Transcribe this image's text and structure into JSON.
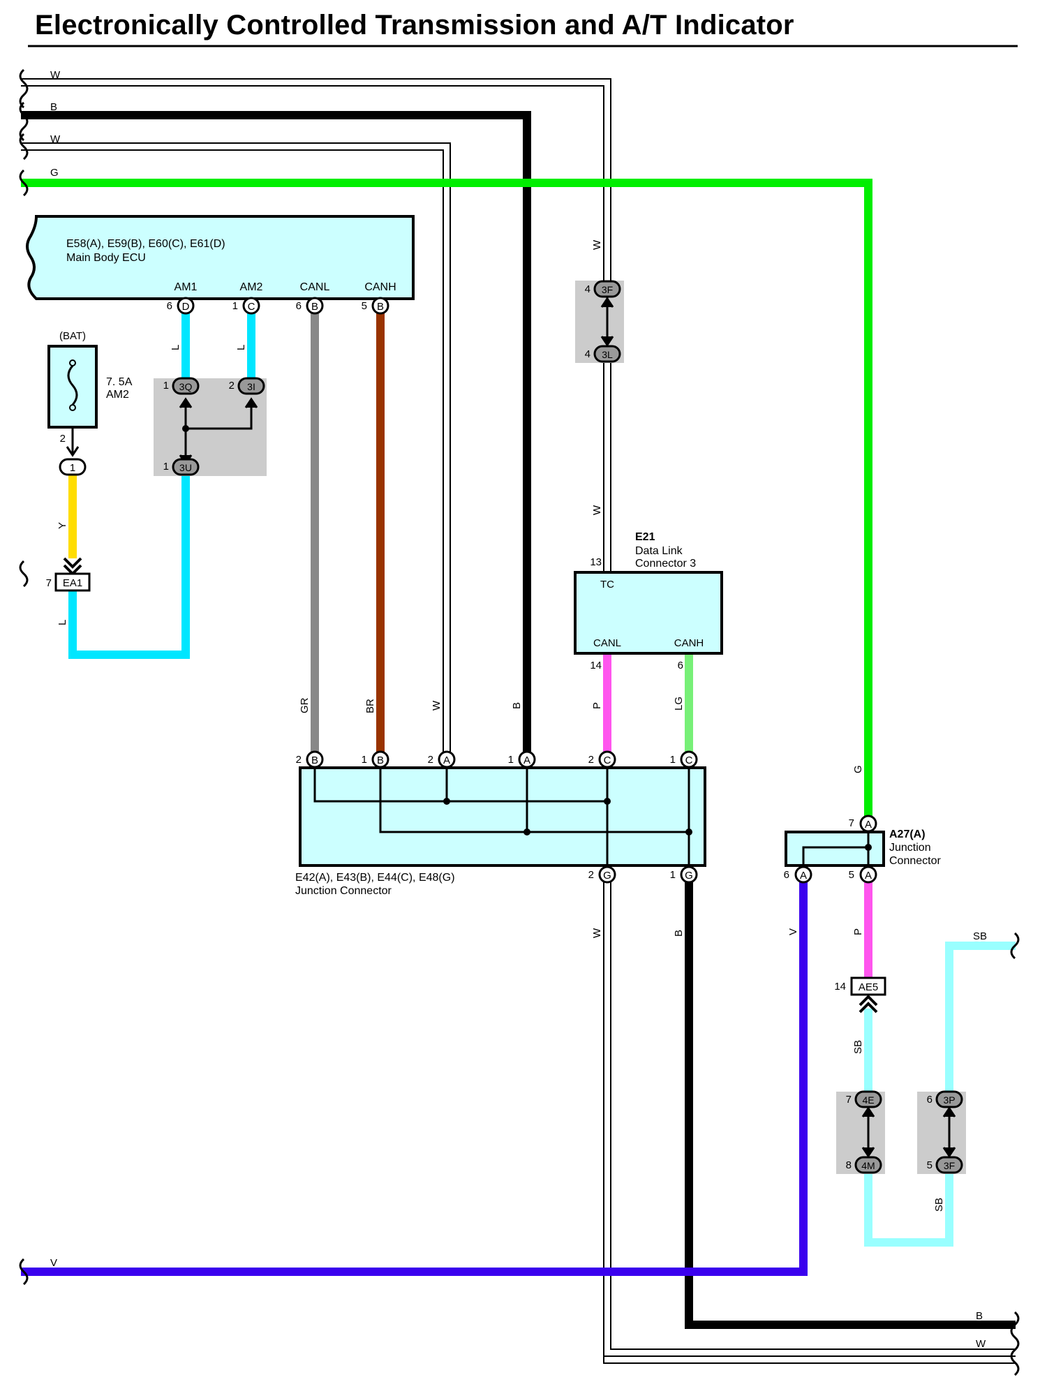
{
  "title": "Electronically Controlled Transmission and A/T Indicator",
  "colors": {
    "W": "#ffffff",
    "B": "#000000",
    "G": "#00ee00",
    "L": "#00e6ff",
    "Y": "#ffdd00",
    "GR": "#888888",
    "BR": "#993300",
    "P": "#ff55ee",
    "LG": "#77f077",
    "V": "#3a00ee",
    "SB": "#99ffff",
    "box_fill": "#ccffff",
    "splice_fill": "#cccccc"
  },
  "wire_labels": {
    "w_top": "W",
    "b_top": "B",
    "w2_top": "W",
    "g_top": "G",
    "w_3f": "W",
    "w_e21": "W",
    "l_am1": "L",
    "l_am2": "L",
    "y_fuse": "Y",
    "l_ea1": "L",
    "gr": "GR",
    "br": "BR",
    "w_jc": "W",
    "b_jc": "B",
    "p_jc": "P",
    "lg_jc": "LG",
    "g_a27": "G",
    "w_bottom_g2": "W",
    "b_bottom_g1": "B",
    "v_a27": "V",
    "p_a27": "P",
    "sb_ae5": "SB",
    "sb_3f": "SB",
    "sb_right": "SB",
    "v_bottom": "V",
    "b_bottom": "B",
    "w_bottom": "W"
  },
  "ecu": {
    "code": "E58(A), E59(B), E60(C), E61(D)",
    "name": "Main Body ECU",
    "pins": [
      {
        "label": "AM1",
        "num": "6",
        "conn": "D"
      },
      {
        "label": "AM2",
        "num": "1",
        "conn": "C"
      },
      {
        "label": "CANL",
        "num": "6",
        "conn": "B"
      },
      {
        "label": "CANH",
        "num": "5",
        "conn": "B"
      }
    ]
  },
  "fuse": {
    "source": "(BAT)",
    "rating": "7. 5A",
    "name": "AM2",
    "pin": "2",
    "conn": "1"
  },
  "ea1": {
    "num": "7",
    "label": "EA1"
  },
  "splice_left": {
    "p1": "1",
    "c1": "3Q",
    "p2": "2",
    "c2": "3I",
    "p3": "1",
    "c3": "3U"
  },
  "splice_3f3l": {
    "p1": "4",
    "c1": "3F",
    "p2": "4",
    "c2": "3L"
  },
  "e21": {
    "code": "E21",
    "name1": "Data Link",
    "name2": "Connector 3",
    "tc": "TC",
    "tc_pin": "13",
    "canl": "CANL",
    "canh": "CANH",
    "canl_pin": "14",
    "canh_pin": "6"
  },
  "jc": {
    "code": "E42(A), E43(B), E44(C), E48(G)",
    "name": "Junction Connector",
    "top_pins": [
      {
        "num": "2",
        "conn": "B"
      },
      {
        "num": "1",
        "conn": "B"
      },
      {
        "num": "2",
        "conn": "A"
      },
      {
        "num": "1",
        "conn": "A"
      },
      {
        "num": "2",
        "conn": "C"
      },
      {
        "num": "1",
        "conn": "C"
      }
    ],
    "bottom_pins": [
      {
        "num": "2",
        "conn": "G"
      },
      {
        "num": "1",
        "conn": "G"
      }
    ]
  },
  "a27": {
    "code": "A27(A)",
    "name1": "Junction",
    "name2": "Connector",
    "top_num": "7",
    "top_conn": "A",
    "b1_num": "6",
    "b1_conn": "A",
    "b2_num": "5",
    "b2_conn": "A"
  },
  "ae5": {
    "num": "14",
    "label": "AE5"
  },
  "splice_4e4m": {
    "p1": "7",
    "c1": "4E",
    "p2": "8",
    "c2": "4M"
  },
  "splice_3p3f": {
    "p1": "6",
    "c1": "3P",
    "p2": "5",
    "c2": "3F"
  }
}
